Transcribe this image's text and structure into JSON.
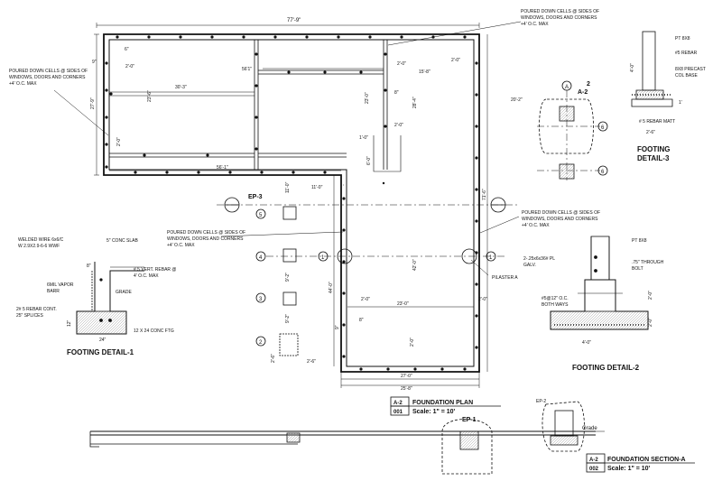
{
  "plan": {
    "overall_dim": "77'-9\"",
    "dim_56_1a": "56'1\"",
    "dim_56_1b": "56'-1\"",
    "dim_30_3": "30'-3\"",
    "dim_23_6": "23'-6\"",
    "dim_27_9": "27'-9\"",
    "dim_2_0": "2'-0\"",
    "dim_8": "8\"",
    "dim_9": "9\"",
    "dim_23_0": "23'-0\"",
    "dim_28_4": "28'-4\"",
    "dim_15_8": "15'-8\"",
    "dim_20_2": "20'-2\"",
    "dim_1_0": "1'-0\"",
    "dim_11_0": "11'-0\"",
    "dim_71_6": "71'-6\"",
    "dim_42_0": "42'-0\"",
    "dim_44_0": "44'-0\"",
    "dim_23_0b": "23'-0\"",
    "dim_9_2": "9'-2\"",
    "dim_2_6": "2'-6\"",
    "dim_27_0": "27'-0\"",
    "dim_25_8": "25'-8\"",
    "dim_6_0": "6'-0\"",
    "dim_6": "6\"",
    "note_cells_lines": [
      "POURED DOWN CELLS @ SIDES OF",
      "WINDOWS, DOORS AND CORNERS",
      "+4' O.C. MAX"
    ],
    "pilaster_label": "PILASTER A",
    "grid_labels": [
      "1",
      "2",
      "3",
      "4",
      "5",
      "6",
      "A"
    ],
    "ep3": "EP-3",
    "ep1": "EP-1",
    "ep2": "EP-2",
    "sec_a2": "A-2",
    "sec_2": "2",
    "sec_num": "001",
    "sec_a2b": "A-2",
    "sec_num2": "002"
  },
  "titles": {
    "plan_title": "FOUNDATION PLAN",
    "plan_scale": "Scale: 1\" = 10'",
    "section_title": "FOUNDATION SECTION-A",
    "section_scale": "Scale: 1\" = 10'",
    "fd1": "FOOTING DETAIL-1",
    "fd2": "FOOTING DETAIL-2",
    "fd3_1": "FOOTING",
    "fd3_2": "DETAIL-3",
    "grade": "Grade"
  },
  "detail1": {
    "welded_wire_lines": [
      "WELDED WIRE 6x6/C",
      "W 2.9X2.9-6-6 WWF"
    ],
    "slab": "5\" CONC SLAB",
    "vert_rebar_lines": [
      "# 5 VERT. REBAR @",
      "4' O.C. MAX"
    ],
    "vapor_lines": [
      "6MIL VAPOR",
      "BARR"
    ],
    "grade": "GRADE",
    "rebar_cont_lines": [
      "2# 5 REBAR CONT.",
      "25\" SPLICES"
    ],
    "ftg": "12 X 24 CONC FTG",
    "dim_12": "12\"",
    "dim_24": "24\"",
    "dim_8": "8\""
  },
  "detail2": {
    "pt": "PT 8X8",
    "plate_lines": [
      "2-.25x6x36# PL",
      "GALV."
    ],
    "bolt_lines": [
      ".75\" THROUGH",
      "BOLT"
    ],
    "rebar_lines": [
      "#5@12\" O.C.",
      "BOTH WAYS"
    ],
    "dim_4_0": "4'-0\"",
    "dim_2_0a": "2'-0\"",
    "dim_2_0b": "2'-0\""
  },
  "detail3": {
    "pt": "PT 8X8",
    "rebar": "#5 REBAR",
    "precast_lines": [
      "8X8 PRECAST",
      "COL BASE"
    ],
    "mat": "# 5 REBAR MATT",
    "dim_4_0": "4'-0\"",
    "dim_2_6": "2'-6\"",
    "dim_1": "1'"
  }
}
